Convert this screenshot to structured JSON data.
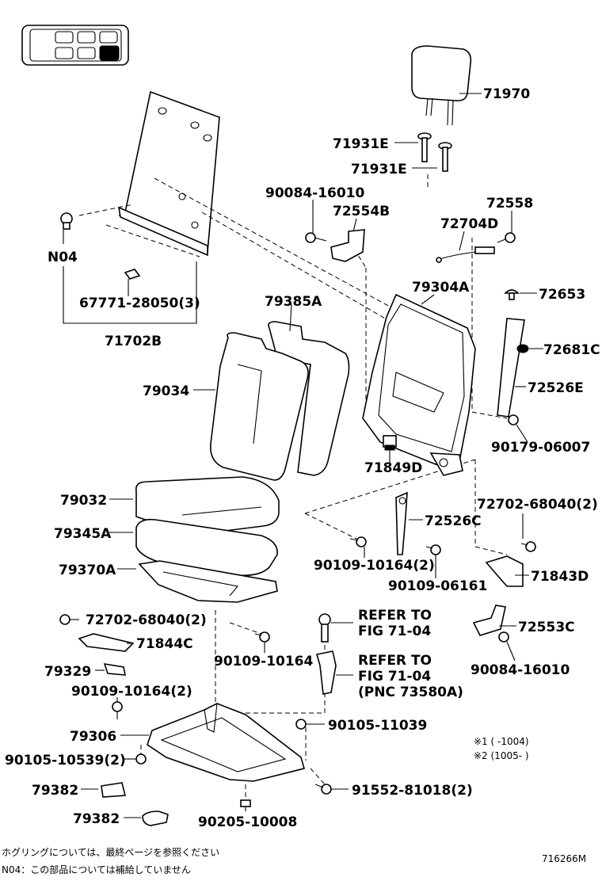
{
  "diagram_id": "716266M",
  "labels": {
    "p71970": "71970",
    "p71931e_a": "71931E",
    "p71931e_b": "71931E",
    "p90084_16010_top": "90084-16010",
    "p72554b": "72554B",
    "p72558": "72558",
    "p72704d": "72704D",
    "pN04": "N04",
    "p67771": "67771-28050(3)",
    "p71702b": "71702B",
    "p79385a": "79385A",
    "p79304a": "79304A",
    "p72653": "72653",
    "p72681c": "72681C",
    "p79034": "79034",
    "p72526e": "72526E",
    "p90179": "90179-06007",
    "p71849d": "71849D",
    "p79032": "79032",
    "p72702_right": "72702-68040(2)",
    "p72526c": "72526C",
    "p79345a": "79345A",
    "p90109_10164_2_mid": "90109-10164(2)",
    "p71843d": "71843D",
    "p79370a": "79370A",
    "p90109_06161": "90109-06161",
    "p72702_left": "72702-68040(2)",
    "p72553c": "72553C",
    "p71844c": "71844C",
    "p90084_16010_bot": "90084-16010",
    "p90109_10164_center": "90109-10164",
    "p79329": "79329",
    "p90109_10164_2_left": "90109-10164(2)",
    "p79306": "79306",
    "p90105_11039": "90105-11039",
    "p90105_10539": "90105-10539(2)",
    "p79382_a": "79382",
    "p91552": "91552-81018(2)",
    "p79382_b": "79382",
    "p90205": "90205-10008"
  },
  "refer_1": {
    "line1": "REFER TO",
    "line2": "FIG 71-04"
  },
  "refer_2": {
    "line1": "REFER TO",
    "line2": "FIG 71-04",
    "line3": "(PNC 73580A)"
  },
  "date_notes": {
    "n1": "※1 (       -1004)",
    "n2": "※2 (1005-       )"
  },
  "footer": {
    "note1": "ホグリングについては、最終ページを参照ください",
    "note2": "N04：この部品については補給していません"
  }
}
